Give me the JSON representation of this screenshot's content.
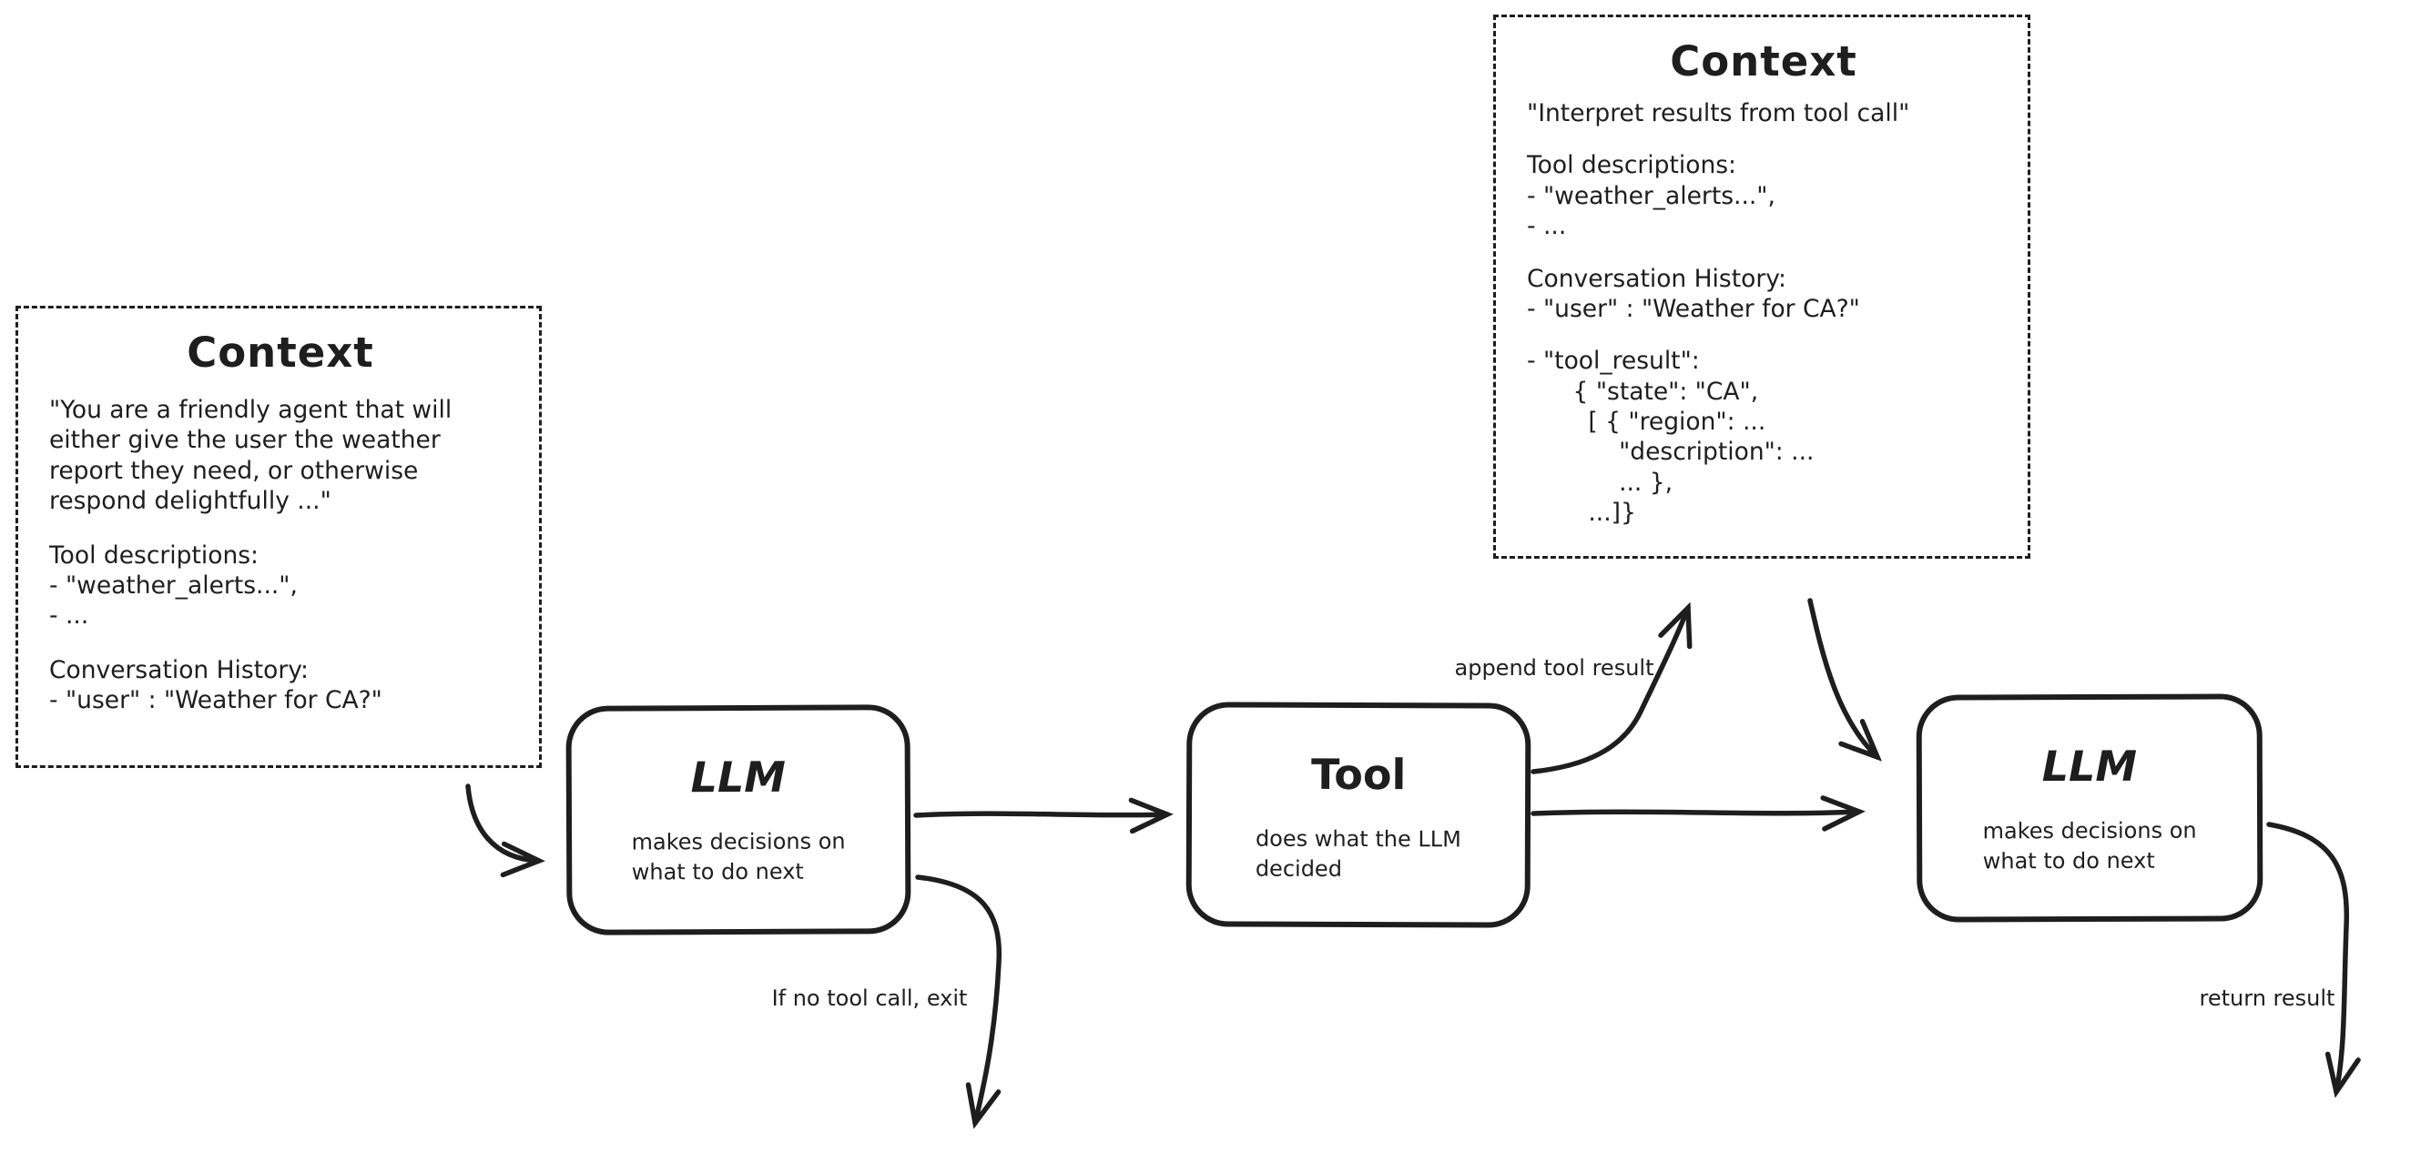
{
  "colors": {
    "ink": "#1e1e1e",
    "background": "#ffffff"
  },
  "context_left": {
    "title": "Context",
    "system_prompt": "\"You are a friendly agent that will\neither give the user the weather\nreport they need, or otherwise\nrespond delightfully ...\"",
    "tool_descriptions": "Tool descriptions:\n- \"weather_alerts...\",\n- ...",
    "conversation_history": "Conversation History:\n- \"user\" : \"Weather for CA?\""
  },
  "context_right": {
    "title": "Context",
    "instruction": "\"Interpret results from tool call\"",
    "tool_descriptions": "Tool descriptions:\n- \"weather_alerts...\",\n- ...",
    "conversation_history": "Conversation History:\n- \"user\" : \"Weather for CA?\"",
    "tool_result": "- \"tool_result\":\n      { \"state\": \"CA\",\n        [ { \"region\": ...\n            \"description\": ...\n            ... },\n        ...]}"
  },
  "nodes": {
    "llm1": {
      "title": "LLM",
      "desc": "makes decisions on\nwhat to do next"
    },
    "tool": {
      "title": "Tool",
      "desc": "does what the LLM\ndecided"
    },
    "llm2": {
      "title": "LLM",
      "desc": "makes decisions on\nwhat to do next"
    }
  },
  "edge_labels": {
    "append_tool_result": "append tool result",
    "no_tool_call_exit": "If no tool call, exit",
    "return_result": "return result"
  }
}
